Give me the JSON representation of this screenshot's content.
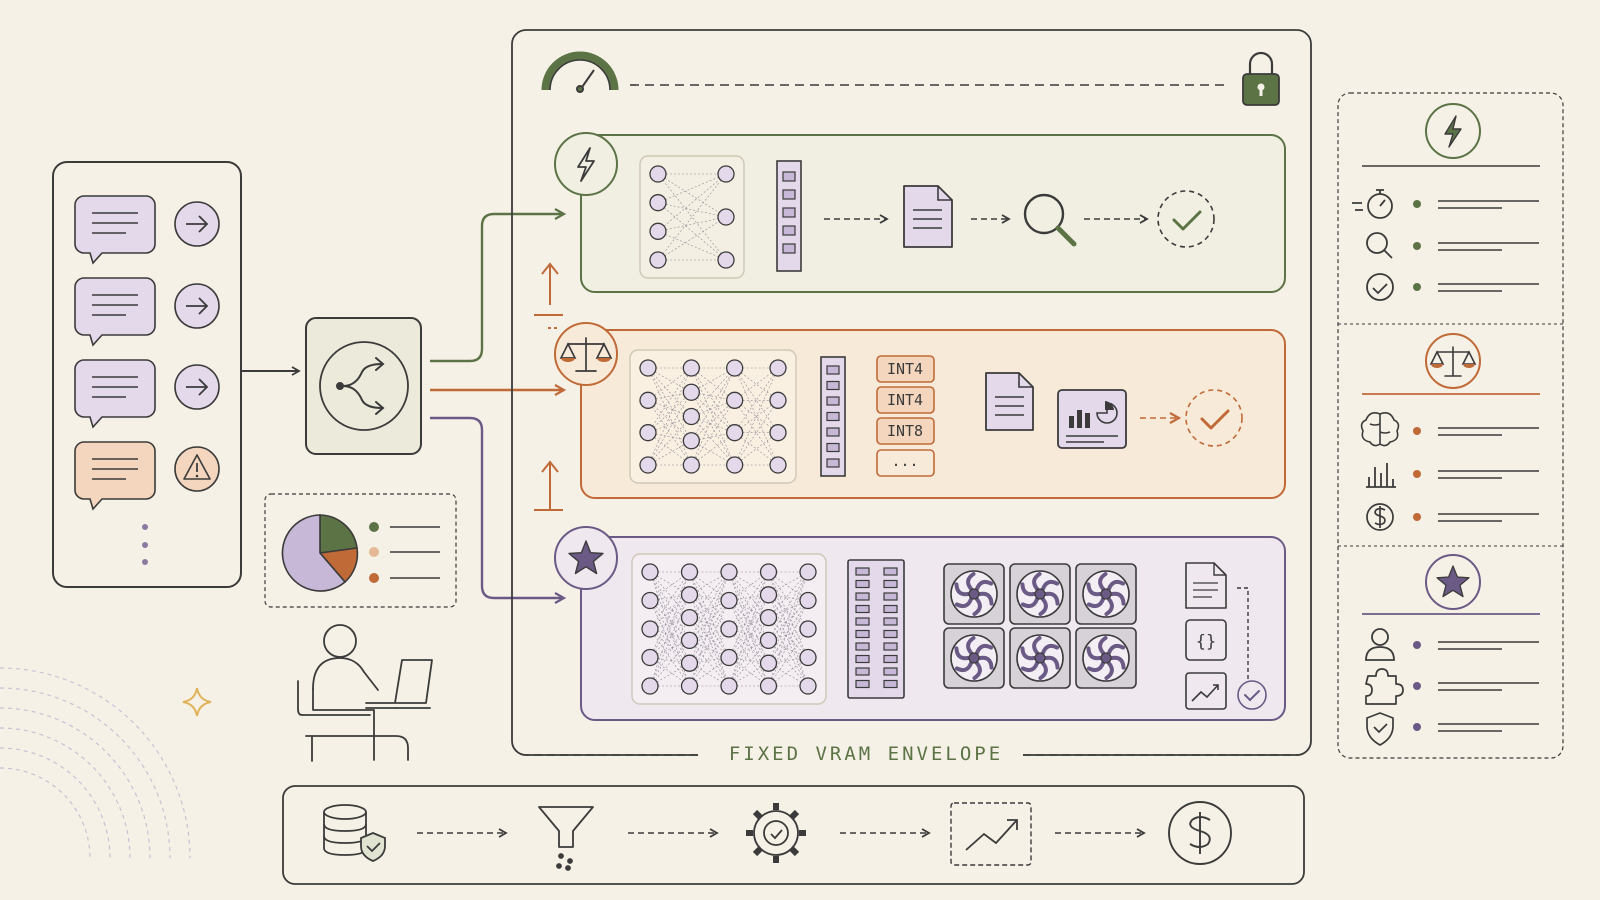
{
  "diagram": {
    "envelope_label": "FIXED VRAM ENVELOPE",
    "quant_labels": [
      "INT4",
      "INT4",
      "INT8",
      "..."
    ],
    "ellipsis": "⋮"
  },
  "colors": {
    "background": "#f6f1e6",
    "ink": "#3b3b3b",
    "green": "#5c7346",
    "orange": "#c06a38",
    "purple": "#6b5a86",
    "lavender_fill": "#e3d9ea",
    "peach_fill": "#f3d6bd",
    "green_panel": "#f1efe2",
    "orange_panel": "#f8ead9",
    "purple_panel": "#efe8ef",
    "gold": "#e1b35a"
  },
  "icons": {
    "top_bar": [
      "speedometer-icon",
      "lock-icon"
    ],
    "tiers": [
      "lightning-icon",
      "scales-icon",
      "star-icon"
    ],
    "right_panel": {
      "fast": [
        "stopwatch-icon",
        "magnifier-icon",
        "check-icon"
      ],
      "balanced": [
        "brain-icon",
        "bar-chart-icon",
        "dollar-icon"
      ],
      "premium": [
        "user-icon",
        "puzzle-icon",
        "shield-check-icon"
      ]
    },
    "pipeline": [
      "database-shield-icon",
      "funnel-icon",
      "gear-check-icon",
      "trend-chart-icon",
      "dollar-coin-icon"
    ]
  }
}
